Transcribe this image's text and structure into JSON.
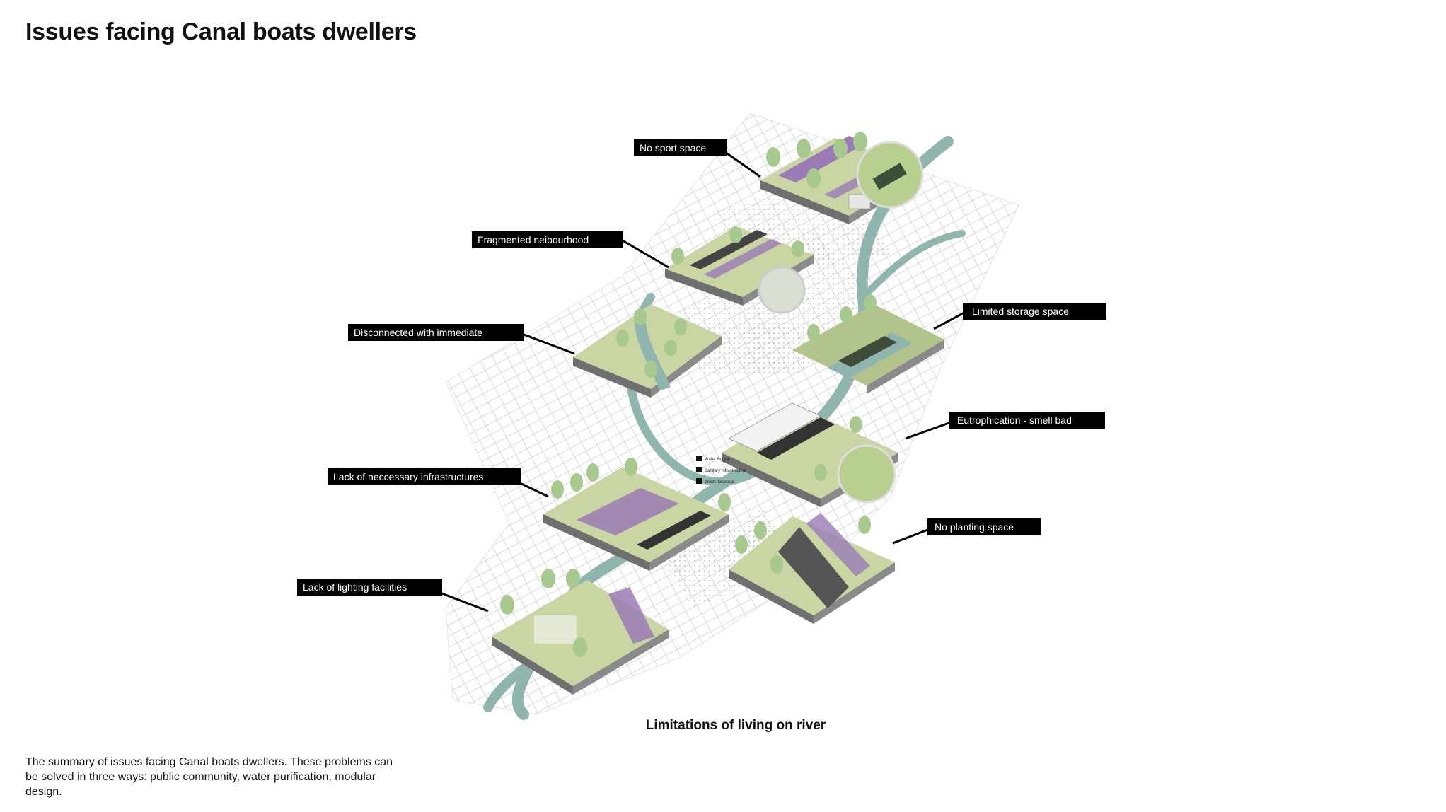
{
  "title": "Issues facing Canal boats dwellers",
  "caption": "Limitations of living on river",
  "summary": "The summary of issues facing Canal boats dwellers. These problems can be solved in three ways: public community, water purification, modular design.",
  "labels": {
    "no_sport": "No sport space",
    "fragmented": "Fragmented neibourhood",
    "disconnected": "Disconnected with immediate",
    "infrastructure": "Lack of neccessary infrastructures",
    "lighting": "Lack of lighting facilities",
    "storage": "Limited storage space",
    "eutrophication": "Eutrophication - smell bad",
    "planting": "No planting space"
  },
  "legend": [
    "Water Supply",
    "Sanitary Infrastructure",
    "Waste Disposal"
  ],
  "colors": {
    "water": "#8fb5ae",
    "grass": "#c9d6a3",
    "path": "#9b7bb5",
    "tree": "#a7c98f",
    "slab_side": "#6f6f6f",
    "label_bg": "#000000"
  }
}
